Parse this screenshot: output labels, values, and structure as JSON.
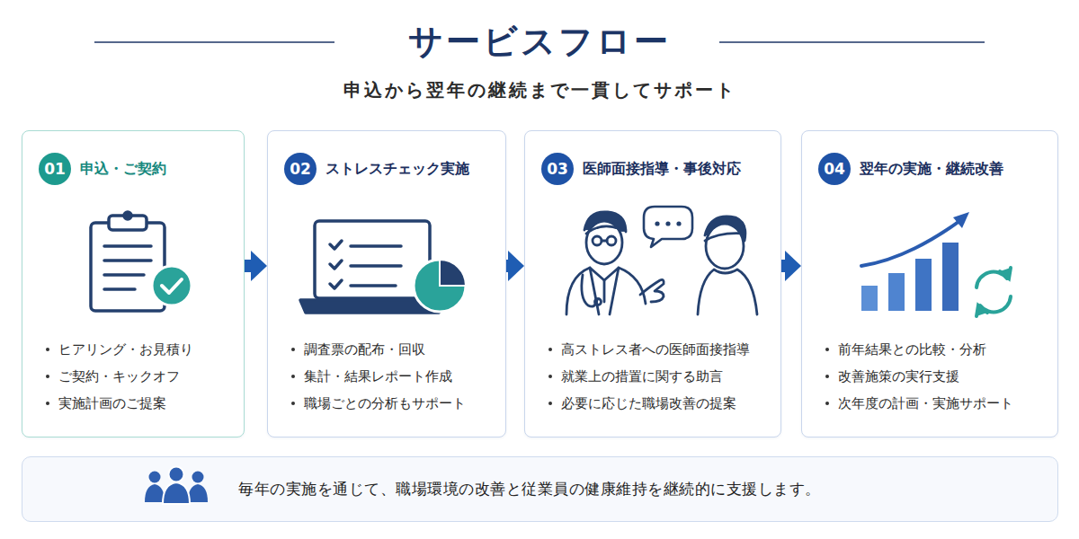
{
  "diagram": {
    "title": "サービスフロー",
    "caption": "申込から翌年の継続まで一貫してサポート",
    "nodes": [
      {
        "text": [
          "01",
          "申込・ご契約",
          "ヒアリング・お見積り",
          "ご契約・キックオフ",
          "実施計画のご提案"
        ]
      },
      {
        "text": [
          "02",
          "ストレスチェック実施",
          "調査票の配布・回収",
          "集計・結果レポート作成",
          "職場ごとの分析もサポート"
        ]
      },
      {
        "text": [
          "03",
          "医師面接指導・事後対応",
          "高ストレス者への医師面接指導",
          "就業上の措置に関する助言",
          "必要に応じた職場改善の提案"
        ]
      },
      {
        "text": [
          "04",
          "翌年の実施・継続改善",
          "前年結果との比較・分析",
          "改善施策の実行支援",
          "次年度の計画・実施サポート"
        ]
      },
      {
        "text": [
          "毎年の実施を通じて、職場環境の改善と従業員の健康維持を継続的に支援します。"
        ]
      }
    ],
    "edges": [
      {
        "from": 0,
        "to": 1,
        "arrow": "to"
      },
      {
        "from": 1,
        "to": 2,
        "arrow": "to"
      },
      {
        "from": 2,
        "to": 3,
        "arrow": "to"
      }
    ]
  }
}
